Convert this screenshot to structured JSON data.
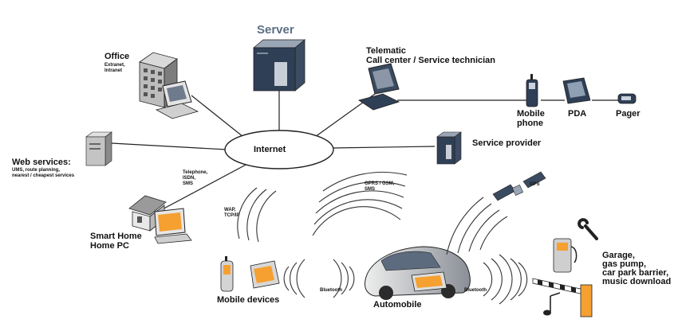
{
  "labels": {
    "server": "Server",
    "internet": "Internet",
    "office": "Office",
    "office_sub": [
      "Extranet,",
      "Intranet"
    ],
    "telematic": [
      "Telematic",
      "Call center / Service technician"
    ],
    "mobile_phone": [
      "Mobile",
      "phone"
    ],
    "pda": "PDA",
    "pager": "Pager",
    "service_provider": "Service provider",
    "web_services": "Web services:",
    "web_services_sub": [
      "UMS, route planning,",
      "nearest / cheapest services"
    ],
    "telephone": [
      "Telephone,",
      "ISDN,",
      "SMS"
    ],
    "wap": [
      "WAP,",
      "TCP/IP"
    ],
    "gprs": [
      "GPRS / GSM,",
      "SMS"
    ],
    "gps": "GPS",
    "smart_home": [
      "Smart Home",
      "Home PC"
    ],
    "mobile_devices": "Mobile devices",
    "bluetooth_left": "Bluetooth",
    "bluetooth_right": "Bluetooth",
    "automobile": "Automobile",
    "garage": [
      "Garage,",
      "gas pump,",
      "car park barrier,",
      "music download"
    ]
  },
  "colors": {
    "device_orange": "#f5a030",
    "device_dark": "#2e3d52",
    "line": "#222222"
  }
}
